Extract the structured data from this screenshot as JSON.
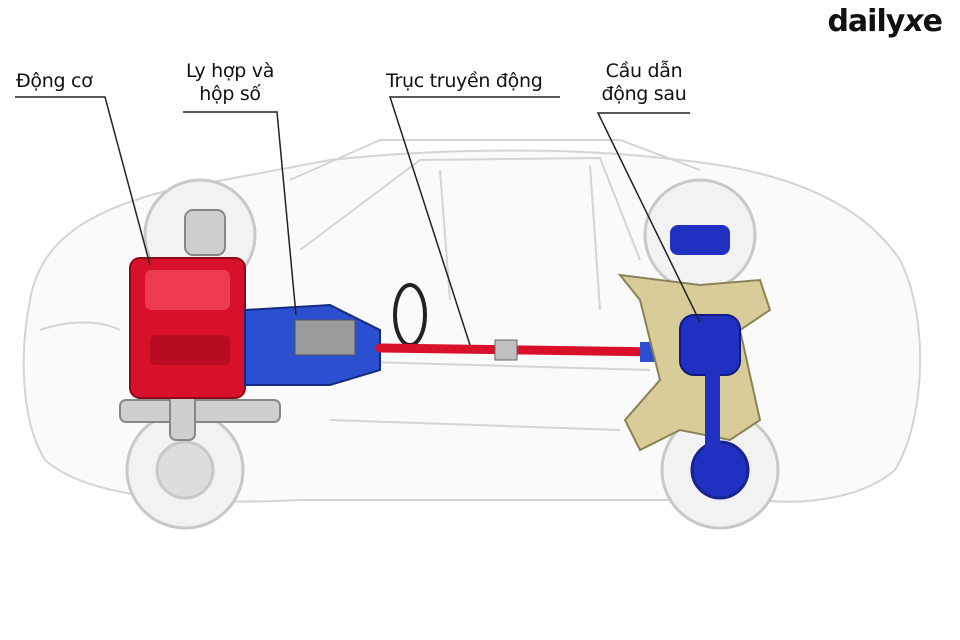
{
  "logo": {
    "text": "dailyxe"
  },
  "labels": {
    "engine": "Động cơ",
    "clutch_line1": "Ly hợp và",
    "clutch_line2": "hộp số",
    "driveshaft": "Trục truyền động",
    "rear_axle_line1": "Cầu dẫn",
    "rear_axle_line2": "động sau"
  },
  "colors": {
    "engine": "#d8102a",
    "transmission": "#2a4fd0",
    "driveshaft": "#d8102a",
    "rear_axle": "#2030c0",
    "suspension": "#c8bc8a"
  }
}
